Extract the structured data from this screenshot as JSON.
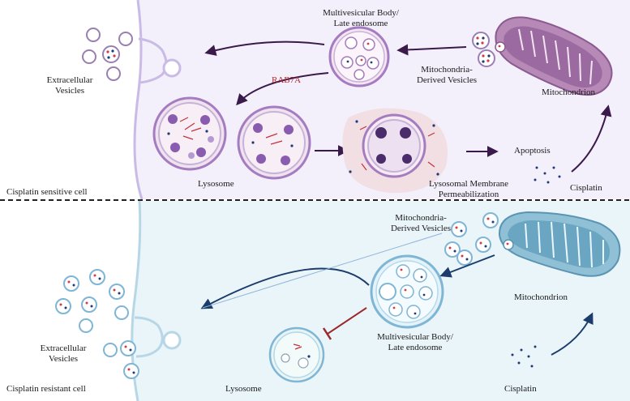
{
  "top_panel": {
    "extracellular_vesicles": "Extracellular\nVesicles",
    "rab7a": "RAB7A",
    "multivesicular_body": "Multivesicular Body/\nLate endosome",
    "mitochondria_derived_vesicles": "Mitochondria-\nDerived Vesicles",
    "mitochondrion": "Mitochondrion",
    "lysosome": "Lysosome",
    "lysosomal_membrane_permeabilization": "Lysosomal Membrane\nPermeabilization",
    "apoptosis": "Apoptosis",
    "cisplatin": "Cisplatin",
    "cell_label": "Cisplatin sensitive cell"
  },
  "bottom_panel": {
    "mitochondria_derived_vesicles": "Mitochondria-\nDerived Vesicles",
    "mitochondrion": "Mitochondrion",
    "multivesicular_body": "Multivesicular Body/\nLate endosome",
    "extracellular_vesicles": "Extracellular\nVesicles",
    "lysosome": "Lysosome",
    "cisplatin": "Cisplatin",
    "cell_label": "Cisplatin resistant cell"
  },
  "colors": {
    "sensitive_bg": "#f3effb",
    "resistant_bg": "#eaf5fa",
    "purple_arrow": "#3a1a4a",
    "blue_arrow": "#1c3c6c",
    "inhibit": "#9b2b2b"
  }
}
